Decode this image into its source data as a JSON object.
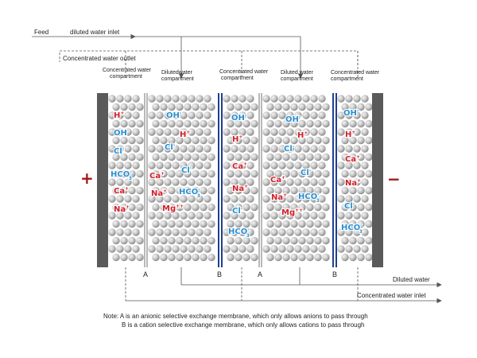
{
  "labels": {
    "feed": "Feed",
    "diluted_inlet": "diluted water inlet",
    "conc_outlet": "Concentrated water outlet",
    "conc_comp_line1": "Concentrated water",
    "conc_comp_line2": "compartment",
    "dil_comp_line1": "Dilutedwater",
    "dil_comp_line2": "compartment",
    "dil_comp_b_line1": "Diluted water",
    "diluted_out": "Diluted water",
    "conc_inlet": "Concentrated water inlet",
    "plus": "+",
    "minus": "−"
  },
  "membranes": {
    "a": "A",
    "b": "B"
  },
  "note": {
    "line1": "Note: A is an anionic selective exchange membrane, which only allows anions to pass through",
    "line2": "B is a cation selective exchange membrane, which only allows cations to pass through"
  },
  "ions": {
    "c1": [
      {
        "base": "H",
        "sup": "+",
        "sub": "",
        "color": "red"
      },
      {
        "base": "OH",
        "sup": "-",
        "sub": "",
        "color": "blue"
      },
      {
        "base": "Cl",
        "sup": "-",
        "sub": "",
        "color": "blue"
      },
      {
        "base": "HCO",
        "sup": "-",
        "sub": "3",
        "color": "blue"
      },
      {
        "base": "Ca",
        "sup": "+",
        "sub": "",
        "color": "red"
      },
      {
        "base": "Na",
        "sup": "+",
        "sub": "",
        "color": "red"
      }
    ],
    "c2": [
      {
        "base": "OH",
        "sup": "-",
        "sub": "",
        "color": "blue"
      },
      {
        "base": "H",
        "sup": "+",
        "sub": "",
        "color": "red"
      },
      {
        "base": "Cl",
        "sup": "-",
        "sub": "",
        "color": "blue"
      },
      {
        "base": "Cl",
        "sup": "-",
        "sub": "",
        "color": "blue"
      },
      {
        "base": "Ca",
        "sup": "+",
        "sub": "",
        "color": "red"
      },
      {
        "base": "Na",
        "sup": "+",
        "sub": "",
        "color": "red"
      },
      {
        "base": "HCO",
        "sup": "-",
        "sub": "3",
        "color": "blue"
      },
      {
        "base": "Mg",
        "sup": "++",
        "sub": "",
        "color": "red"
      }
    ],
    "c3": [
      {
        "base": "OH",
        "sup": "-",
        "sub": "",
        "color": "blue"
      },
      {
        "base": "H",
        "sup": "+",
        "sub": "",
        "color": "red"
      },
      {
        "base": "Ca",
        "sup": "+",
        "sub": "",
        "color": "red"
      },
      {
        "base": "Na",
        "sup": "+",
        "sub": "",
        "color": "red"
      },
      {
        "base": "Cl",
        "sup": "-",
        "sub": "",
        "color": "blue"
      },
      {
        "base": "HCO",
        "sup": "-",
        "sub": "3",
        "color": "blue"
      }
    ],
    "c4": [
      {
        "base": "OH",
        "sup": "-",
        "sub": "",
        "color": "blue"
      },
      {
        "base": "H",
        "sup": "+",
        "sub": "",
        "color": "red"
      },
      {
        "base": "Cl",
        "sup": "-",
        "sub": "",
        "color": "blue"
      },
      {
        "base": "Cl",
        "sup": "-",
        "sub": "",
        "color": "blue"
      },
      {
        "base": "Ca",
        "sup": "+",
        "sub": "",
        "color": "red"
      },
      {
        "base": "Na",
        "sup": "+",
        "sub": "",
        "color": "red"
      },
      {
        "base": "HCO",
        "sup": "-",
        "sub": "3",
        "color": "blue"
      },
      {
        "base": "Mg",
        "sup": "++",
        "sub": "",
        "color": "red"
      }
    ],
    "c5": [
      {
        "base": "OH",
        "sup": "-",
        "sub": "",
        "color": "blue"
      },
      {
        "base": "H",
        "sup": "+",
        "sub": "",
        "color": "red"
      },
      {
        "base": "Ca",
        "sup": "+",
        "sub": "",
        "color": "red"
      },
      {
        "base": "Na",
        "sup": "+",
        "sub": "",
        "color": "red"
      },
      {
        "base": "Cl",
        "sup": "-",
        "sub": "",
        "color": "blue"
      },
      {
        "base": "HCO",
        "sup": "-",
        "sub": "3",
        "color": "blue"
      }
    ]
  },
  "colors": {
    "red": "#d0202a",
    "blue": "#2a8fd0",
    "electrode": "#5a5a5a",
    "membrane_b": "#1f3f8f",
    "line": "#555555",
    "electrode_sign": "#a01818"
  }
}
